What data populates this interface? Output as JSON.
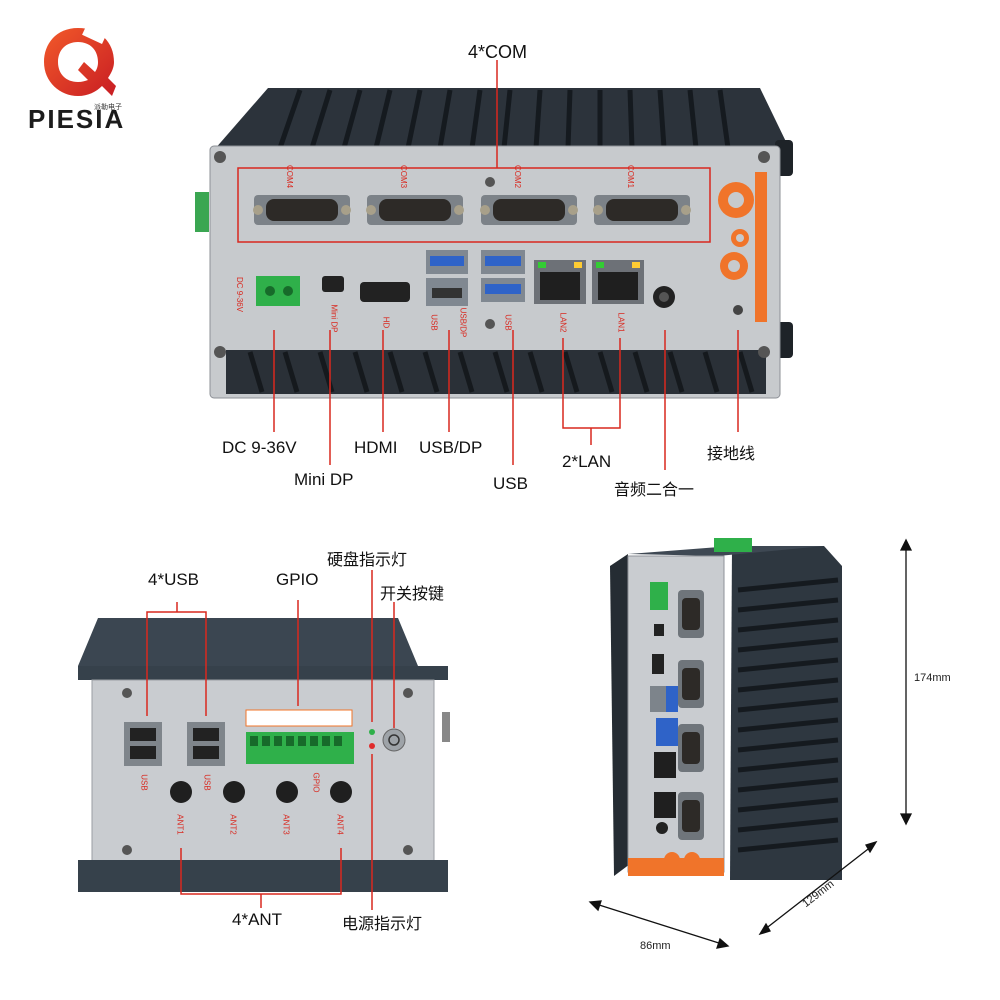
{
  "brand": {
    "name": "PIESIA",
    "sub": "派勒电子",
    "accent": "#e8452b"
  },
  "front": {
    "com_header": "4*COM",
    "com_ports": [
      "COM4",
      "COM3",
      "COM2",
      "COM1"
    ],
    "panel_labels": {
      "dc": "DC 9-36V",
      "minidp": "Mini DP",
      "hd": "HD",
      "usb1": "USB",
      "usbdp": "USB/DP",
      "usb2": "USB",
      "lan2": "LAN2",
      "lan1": "LAN1"
    },
    "callouts": {
      "dc": "DC 9-36V",
      "minidp": "Mini DP",
      "hdmi": "HDMI",
      "usbdp": "USB/DP",
      "usb": "USB",
      "lan": "2*LAN",
      "audio": "音频二合一",
      "ground": "接地线"
    }
  },
  "rear": {
    "callouts": {
      "usb": "4*USB",
      "gpio": "GPIO",
      "hdd_led": "硬盘指示灯",
      "power_btn": "开关按键",
      "ant": "4*ANT",
      "power_led": "电源指示灯"
    },
    "panel_labels": {
      "usb_a": "USB",
      "usb_b": "USB",
      "gpio": "GPIO",
      "ants": [
        "ANT1",
        "ANT2",
        "ANT3",
        "ANT4"
      ]
    }
  },
  "side": {
    "height": "174mm",
    "depth": "129mm",
    "width": "86mm"
  },
  "colors": {
    "callout": "#d9281f",
    "orange": "#f0742a",
    "chassis": "#2f3a45",
    "panel": "#c9ccd0",
    "terminal": "#2fb04a"
  }
}
